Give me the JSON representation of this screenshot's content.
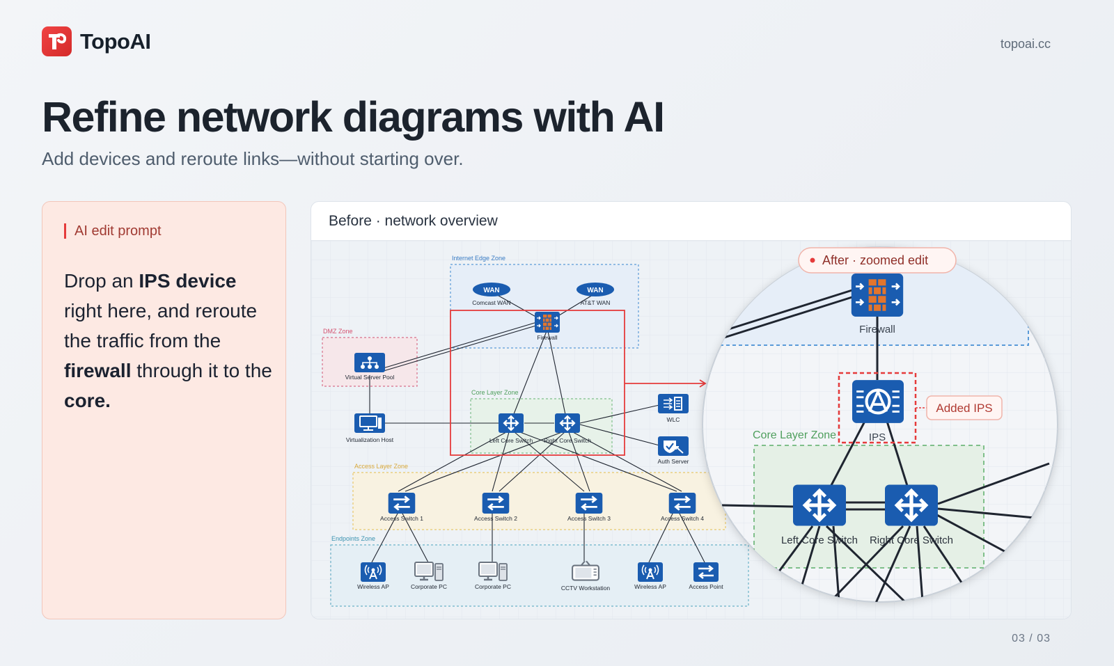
{
  "brand": {
    "name": "TopoAI",
    "url": "topoai.cc"
  },
  "hero": {
    "title": "Refine network diagrams with AI",
    "subtitle": "Add devices and reroute links—without starting over."
  },
  "prompt": {
    "label": "AI edit prompt",
    "text_parts": [
      "Drop an ",
      "IPS device",
      " right here, and reroute the traffic from the ",
      "firewall",
      " through it to the ",
      "core."
    ]
  },
  "diagram": {
    "header": "Before · network overview",
    "zones": {
      "internet_edge": "Internet Edge Zone",
      "dmz": "DMZ Zone",
      "core": "Core Layer Zone",
      "access": "Access Layer Zone",
      "endpoints": "Endpoints Zone"
    },
    "devices": {
      "wan1_badge": "WAN",
      "wan1": "Comcast WAN",
      "wan2_badge": "WAN",
      "wan2": "AT&T WAN",
      "firewall": "Firewall",
      "vsp": "Virtual Server Pool",
      "vhost": "Virtualization Host",
      "core_left": "Left Core Switch",
      "core_right": "Right Core Switch",
      "wlc": "WLC",
      "auth": "Auth Server",
      "access1": "Access Switch 1",
      "access2": "Access Switch 2",
      "access3": "Access Switch 3",
      "access4": "Access Switch 4",
      "ep1": "Wireless AP",
      "ep2": "Corporate PC",
      "ep3": "Corporate PC",
      "ep4": "CCTV Workstation",
      "ep5": "Wireless AP",
      "ep6": "Access Point"
    },
    "zoom": {
      "badge": "After · zoomed edit",
      "firewall": "Firewall",
      "ips": "IPS",
      "added_label": "Added IPS",
      "core_zone": "Core Layer Zone",
      "core_left": "Left Core Switch",
      "core_right": "Right Core Switch"
    }
  },
  "colors": {
    "accent": "#e53b3b",
    "device_blue": "#1a5cb0",
    "prompt_bg": "#fde9e3"
  },
  "pagination": "03 / 03"
}
